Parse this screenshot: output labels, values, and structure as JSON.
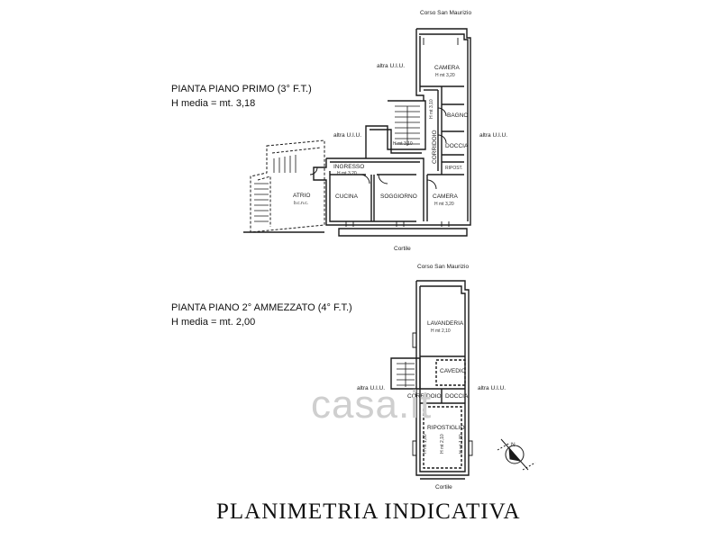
{
  "street": "Corso San Maurizio",
  "courtyard": "Cortile",
  "title": "PLANIMETRIA INDICATIVA",
  "watermark": "casa.it",
  "floor1": {
    "heading": "PIANTA PIANO PRIMO (3° F.T.)",
    "height": "H media = mt. 3,18",
    "neighbors": [
      "altra U.I.U.",
      "altra U.I.U.",
      "altra U.I.U."
    ],
    "rooms": {
      "camera_top": "CAMERA",
      "camera_top_h": "H mt 3,20",
      "bagno": "BAGNO",
      "bagno_h": "H mt 3,10",
      "corridoio": "CORRIDOIO",
      "doccia": "DOCCIA",
      "ripostiglio": "RIPOST.",
      "stair_h": "H mt 3,10",
      "ingresso": "INGRESSO",
      "ingresso_h": "H mt 3,20",
      "cucina": "CUCINA",
      "soggiorno": "SOGGIORNO",
      "camera_bottom": "CAMERA",
      "camera_bottom_h": "H mt 3,20",
      "atrio": "ATRIO",
      "atrio_sub": "b.c.n.c."
    }
  },
  "floor2": {
    "heading": "PIANTA PIANO 2° AMMEZZATO (4° F.T.)",
    "height": "H media = mt. 2,00",
    "neighbors": [
      "altra U.I.U.",
      "altra U.I.U."
    ],
    "rooms": {
      "lavanderia": "LAVANDERIA",
      "lavanderia_h": "H mt 2,10",
      "cavedio": "CAVEDIO",
      "corridoio": "CORRIDOIO",
      "doccia": "DOCCIA",
      "ripostiglio": "RIPOSTIGLIO",
      "h_left": "H mt 1,80",
      "h_mid": "H mt 2,10",
      "h_right": "H mt 1,80"
    }
  },
  "compass": "N"
}
